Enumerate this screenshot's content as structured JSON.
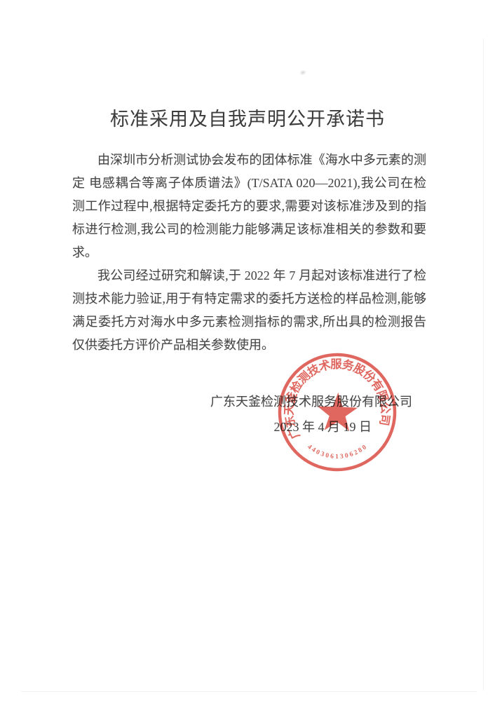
{
  "doc": {
    "title": "标准采用及自我声明公开承诺书",
    "paragraphs": [
      "由深圳市分析测试协会发布的团体标准《海水中多元素的测定 电感耦合等离子体质谱法》(T/SATA 020—2021),我公司在检测工作过程中,根据特定委托方的要求,需要对该标准涉及到的指标进行检测,我公司的检测能力能够满足该标准相关的参数和要求。",
      "我公司经过研究和解读,于 2022 年 7 月起对该标准进行了检测技术能力验证,用于有特定需求的委托方送检的样品检测,能够满足委托方对海水中多元素检测指标的需求,所出具的检测报告仅供委托方评价产品相关参数使用。"
    ],
    "signature": {
      "company": "广东天釜检测技术服务股份有限公司",
      "date": "2023 年 4 月 19 日"
    },
    "seal": {
      "arc_text": "广东天釜检测技术服务股份有限公司",
      "serial": "4403061306280",
      "color": "#d8453b"
    }
  }
}
